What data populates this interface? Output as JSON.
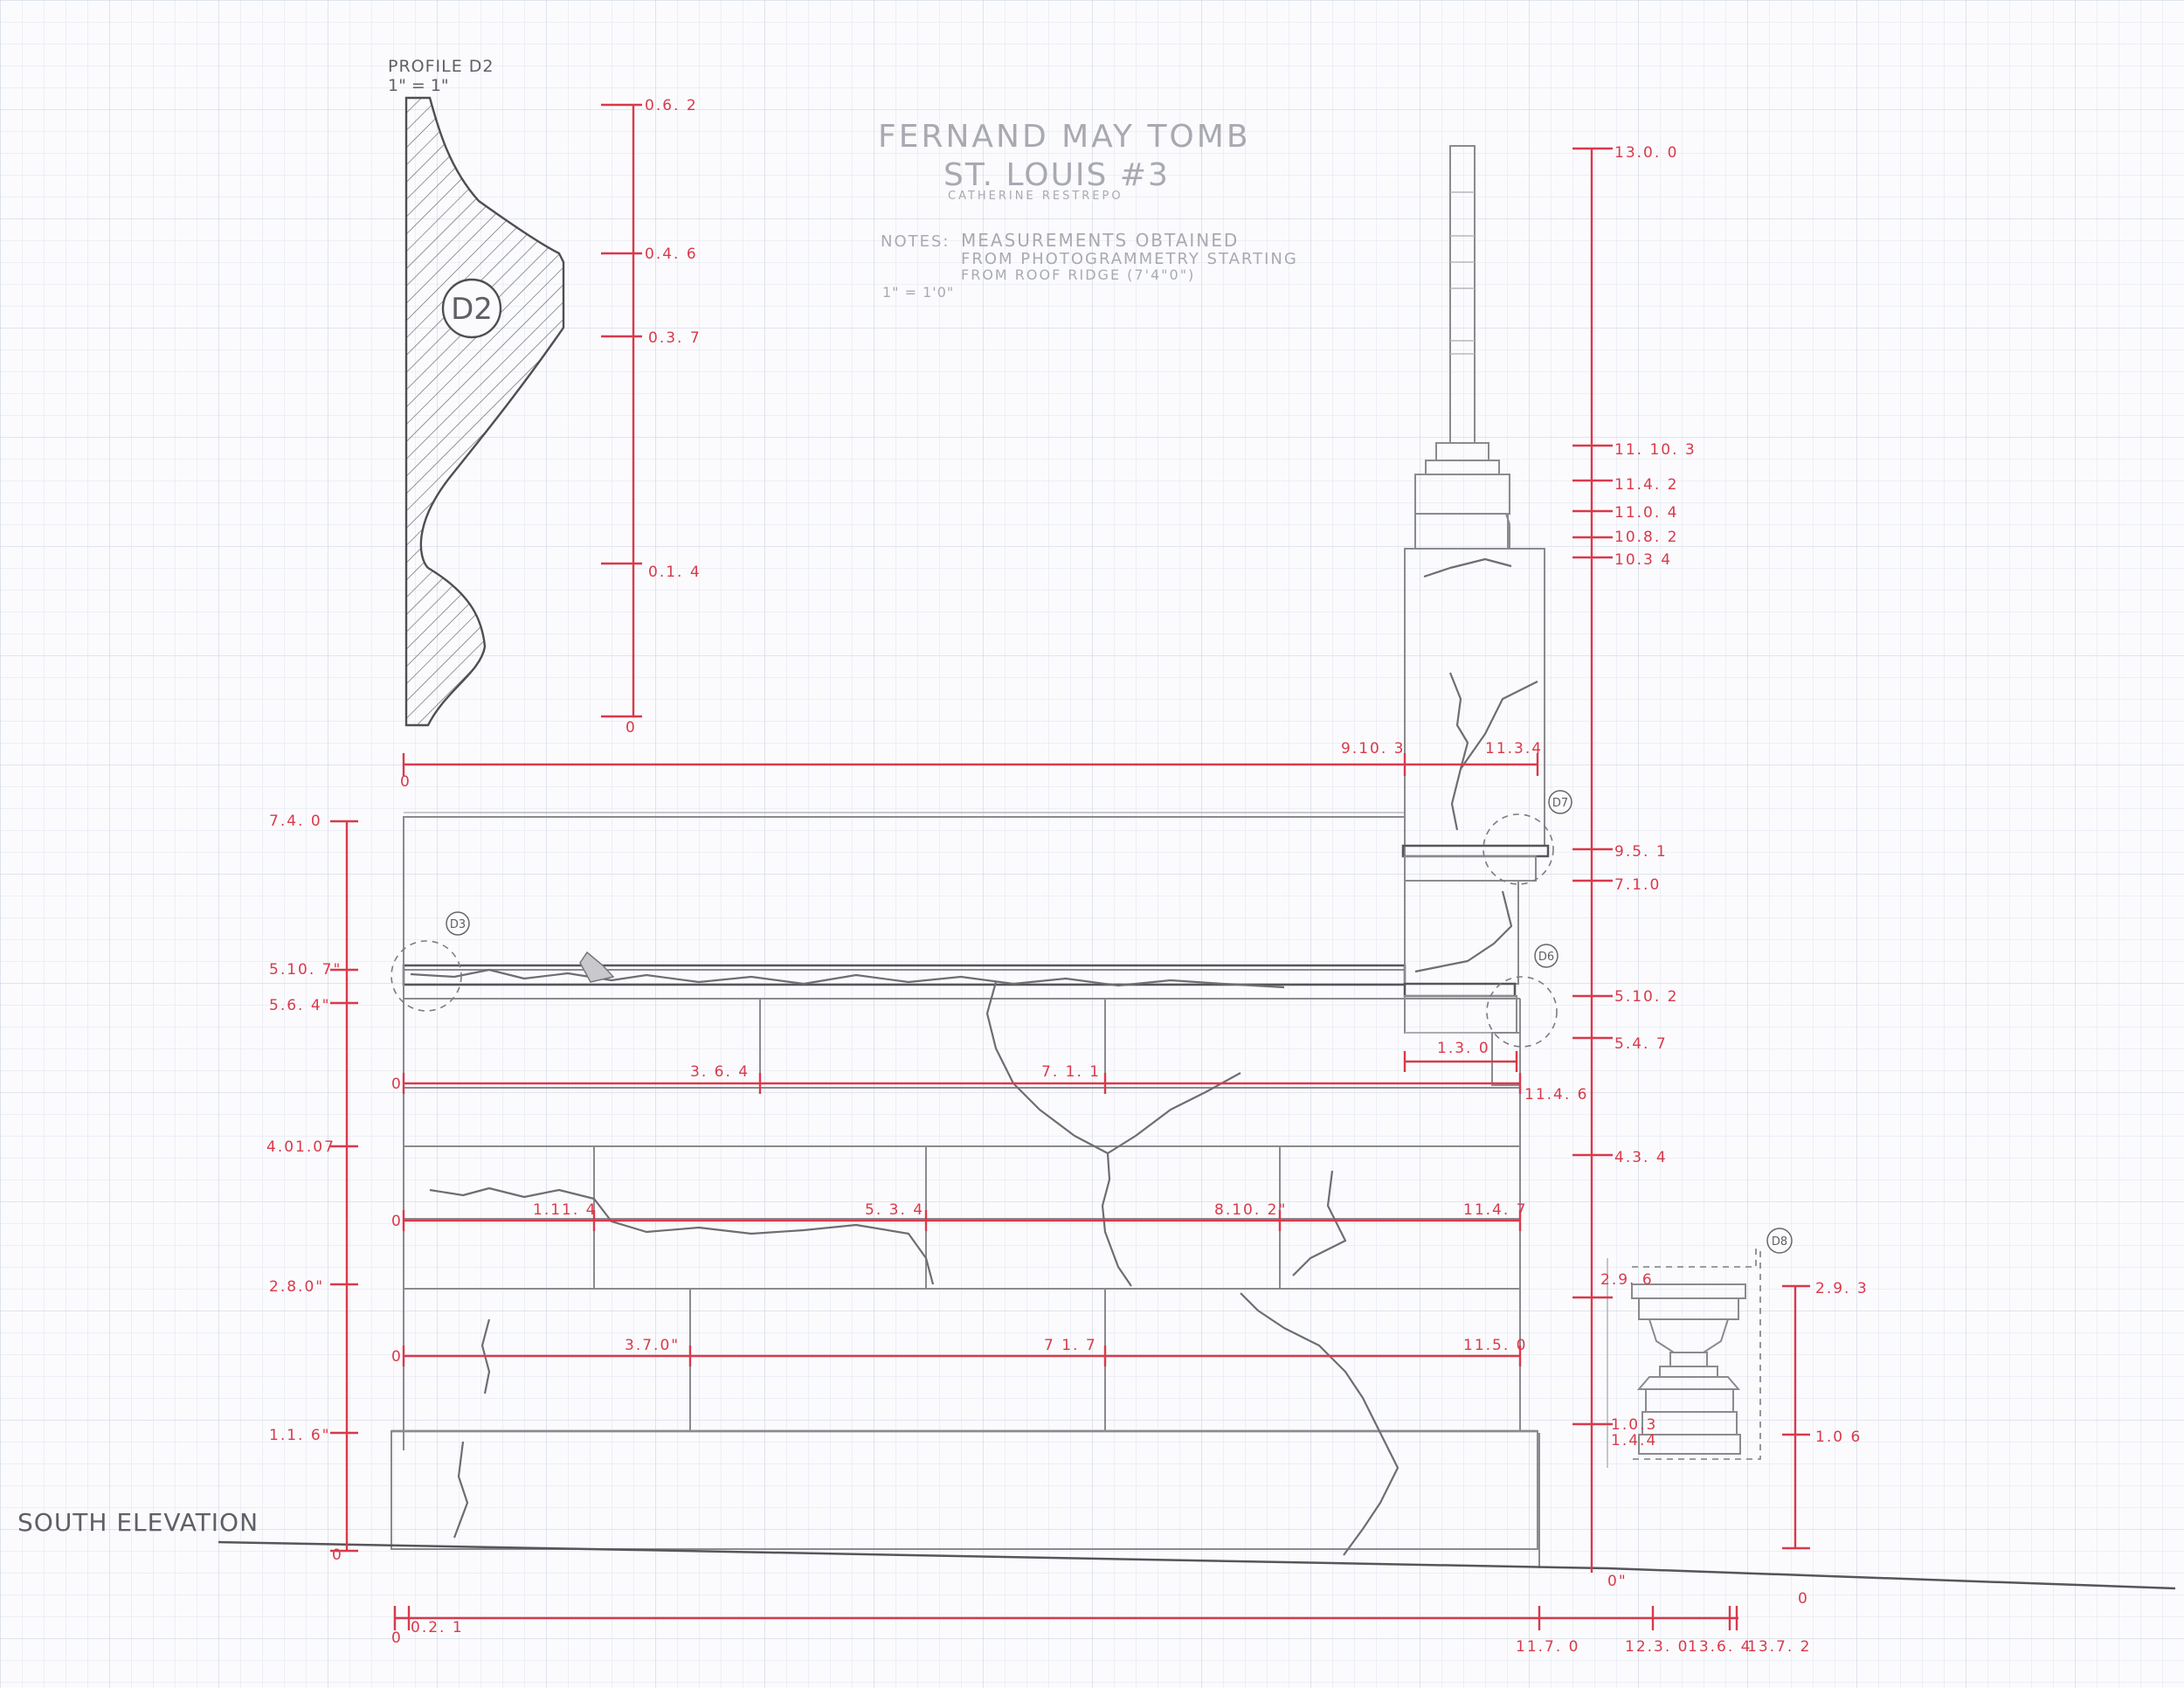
{
  "title": {
    "main": "FERNAND MAY TOMB",
    "sub": "ST. LOUIS #3",
    "author": "CATHERINE RESTREPO"
  },
  "notes": {
    "label": "NOTES:",
    "line1": "MEASUREMENTS OBTAINED",
    "line2": "FROM PHOTOGRAMMETRY STARTING",
    "line3": "FROM ROOF RIDGE (7'4\"0\")",
    "scale": "1\" = 1'0\""
  },
  "profile": {
    "title": "PROFILE D2",
    "scale": "1\" = 1\"",
    "tag": "D2",
    "dims": [
      "0.6. 2",
      "0.4. 6",
      "0.3. 7",
      "0.1. 4",
      "0"
    ]
  },
  "elevation": {
    "label": "SOUTH ELEVATION",
    "left_dims": [
      "7.4. 0",
      "5.10. 7\"",
      "5.6. 4\"",
      "4.01.07",
      "2.8.0\"",
      "1.1. 6\"",
      "0"
    ],
    "right_dims": [
      "13.0. 0",
      "11. 10. 3",
      "11.4. 2",
      "11.0. 4",
      "10.8. 2",
      "10.3 4",
      "9.5. 1",
      "7.1.0",
      "5.10. 2",
      "5.4. 7",
      "4.3. 4"
    ],
    "top_row": [
      "0",
      "9.10. 3",
      "11.3.4"
    ],
    "row1": [
      "0",
      "3. 6. 4",
      "7. 1. 1",
      "11.4. 6"
    ],
    "row2": [
      "0",
      "1.11. 4",
      "5. 3. 4",
      "8.10. 2\"",
      "11.4. 7"
    ],
    "row3": [
      "0",
      "3.7.0\"",
      "7 1. 7",
      "11.5. 0"
    ],
    "pier_width": "1.3. 0",
    "bottom": [
      "0",
      "0.2. 1",
      "11.7. 0",
      "12.3. 0",
      "13.6. 4",
      "13.7. 2"
    ],
    "ground_right": "0\"",
    "ground_far": "0"
  },
  "urn": {
    "tag": "D8",
    "dims": [
      "2.9. 6",
      "2.9. 3",
      "1.0.3",
      "1.4.4",
      "1.0 6"
    ]
  },
  "detail_tags": [
    "D3",
    "D7",
    "D6"
  ]
}
